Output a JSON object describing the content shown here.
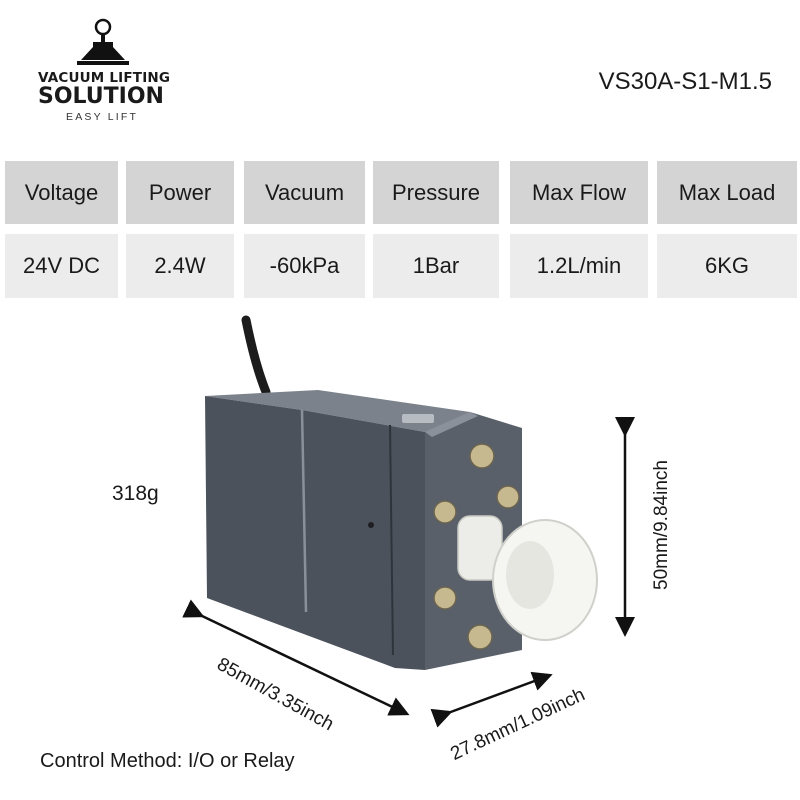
{
  "brand": {
    "line1": "VACUUM LIFTING",
    "line2": "SOLUTION",
    "tagline": "EASY LIFT",
    "icon": "suction-cup-logo-icon"
  },
  "model": "VS30A-S1-M1.5",
  "specs": {
    "headers": [
      "Voltage",
      "Power",
      "Vacuum",
      "Pressure",
      "Max Flow",
      "Max Load"
    ],
    "values": [
      "24V DC",
      "2.4W",
      "-60kPa",
      "1Bar",
      "1.2L/min",
      "6KG"
    ]
  },
  "weight": "318g",
  "dimensions": {
    "height": "50mm/9.84inch",
    "length": "85mm/3.35inch",
    "width": "27.8mm/1.09inch"
  },
  "control_method": "Control Method: I/O or Relay",
  "colors": {
    "header_bg": "#d4d4d4",
    "value_bg": "#ececec",
    "device_body": "#4a505a"
  }
}
